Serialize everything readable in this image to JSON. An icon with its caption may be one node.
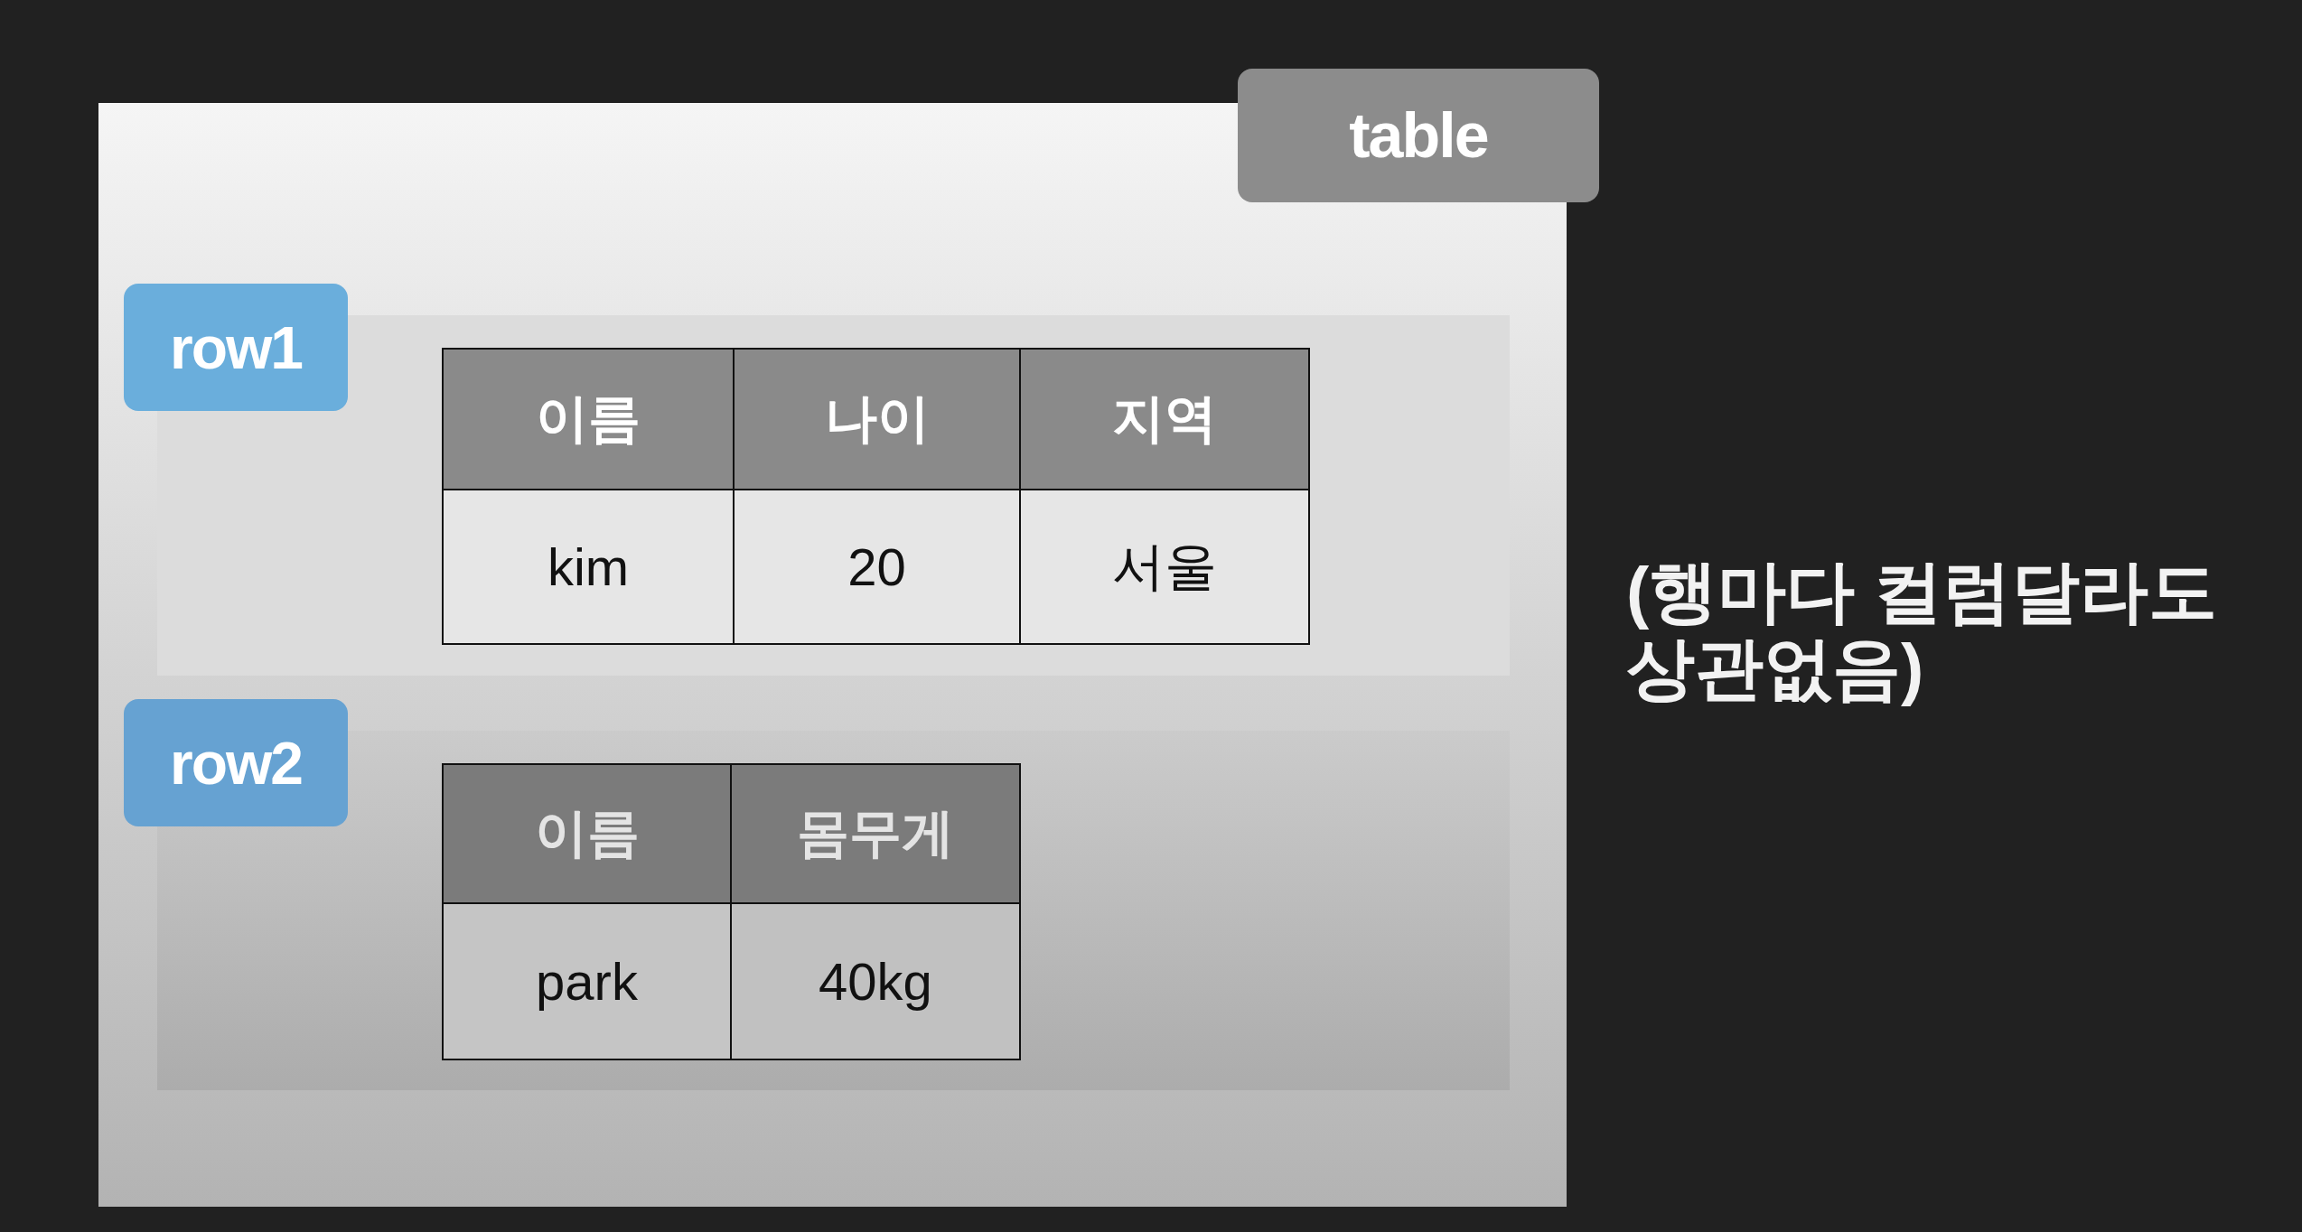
{
  "diagram": {
    "nodes": [
      {
        "text": [
          "table"
        ]
      },
      {
        "text": [
          "row1"
        ],
        "in": 0
      },
      {
        "text": [
          "이름"
        ],
        "in": 1
      },
      {
        "text": [
          "나이"
        ],
        "in": 1
      },
      {
        "text": [
          "지역"
        ],
        "in": 1
      },
      {
        "text": [
          "kim"
        ],
        "in": 1
      },
      {
        "text": [
          "20"
        ],
        "in": 1
      },
      {
        "text": [
          "서울"
        ],
        "in": 1
      },
      {
        "text": [
          "row2"
        ],
        "in": 0
      },
      {
        "text": [
          "이름"
        ],
        "in": 8
      },
      {
        "text": [
          "몸무게"
        ],
        "in": 8
      },
      {
        "text": [
          "park"
        ],
        "in": 8
      },
      {
        "text": [
          "40kg"
        ],
        "in": 8
      }
    ],
    "labels": [
      "(행마다 컬럼달라도 상관없음)"
    ]
  }
}
